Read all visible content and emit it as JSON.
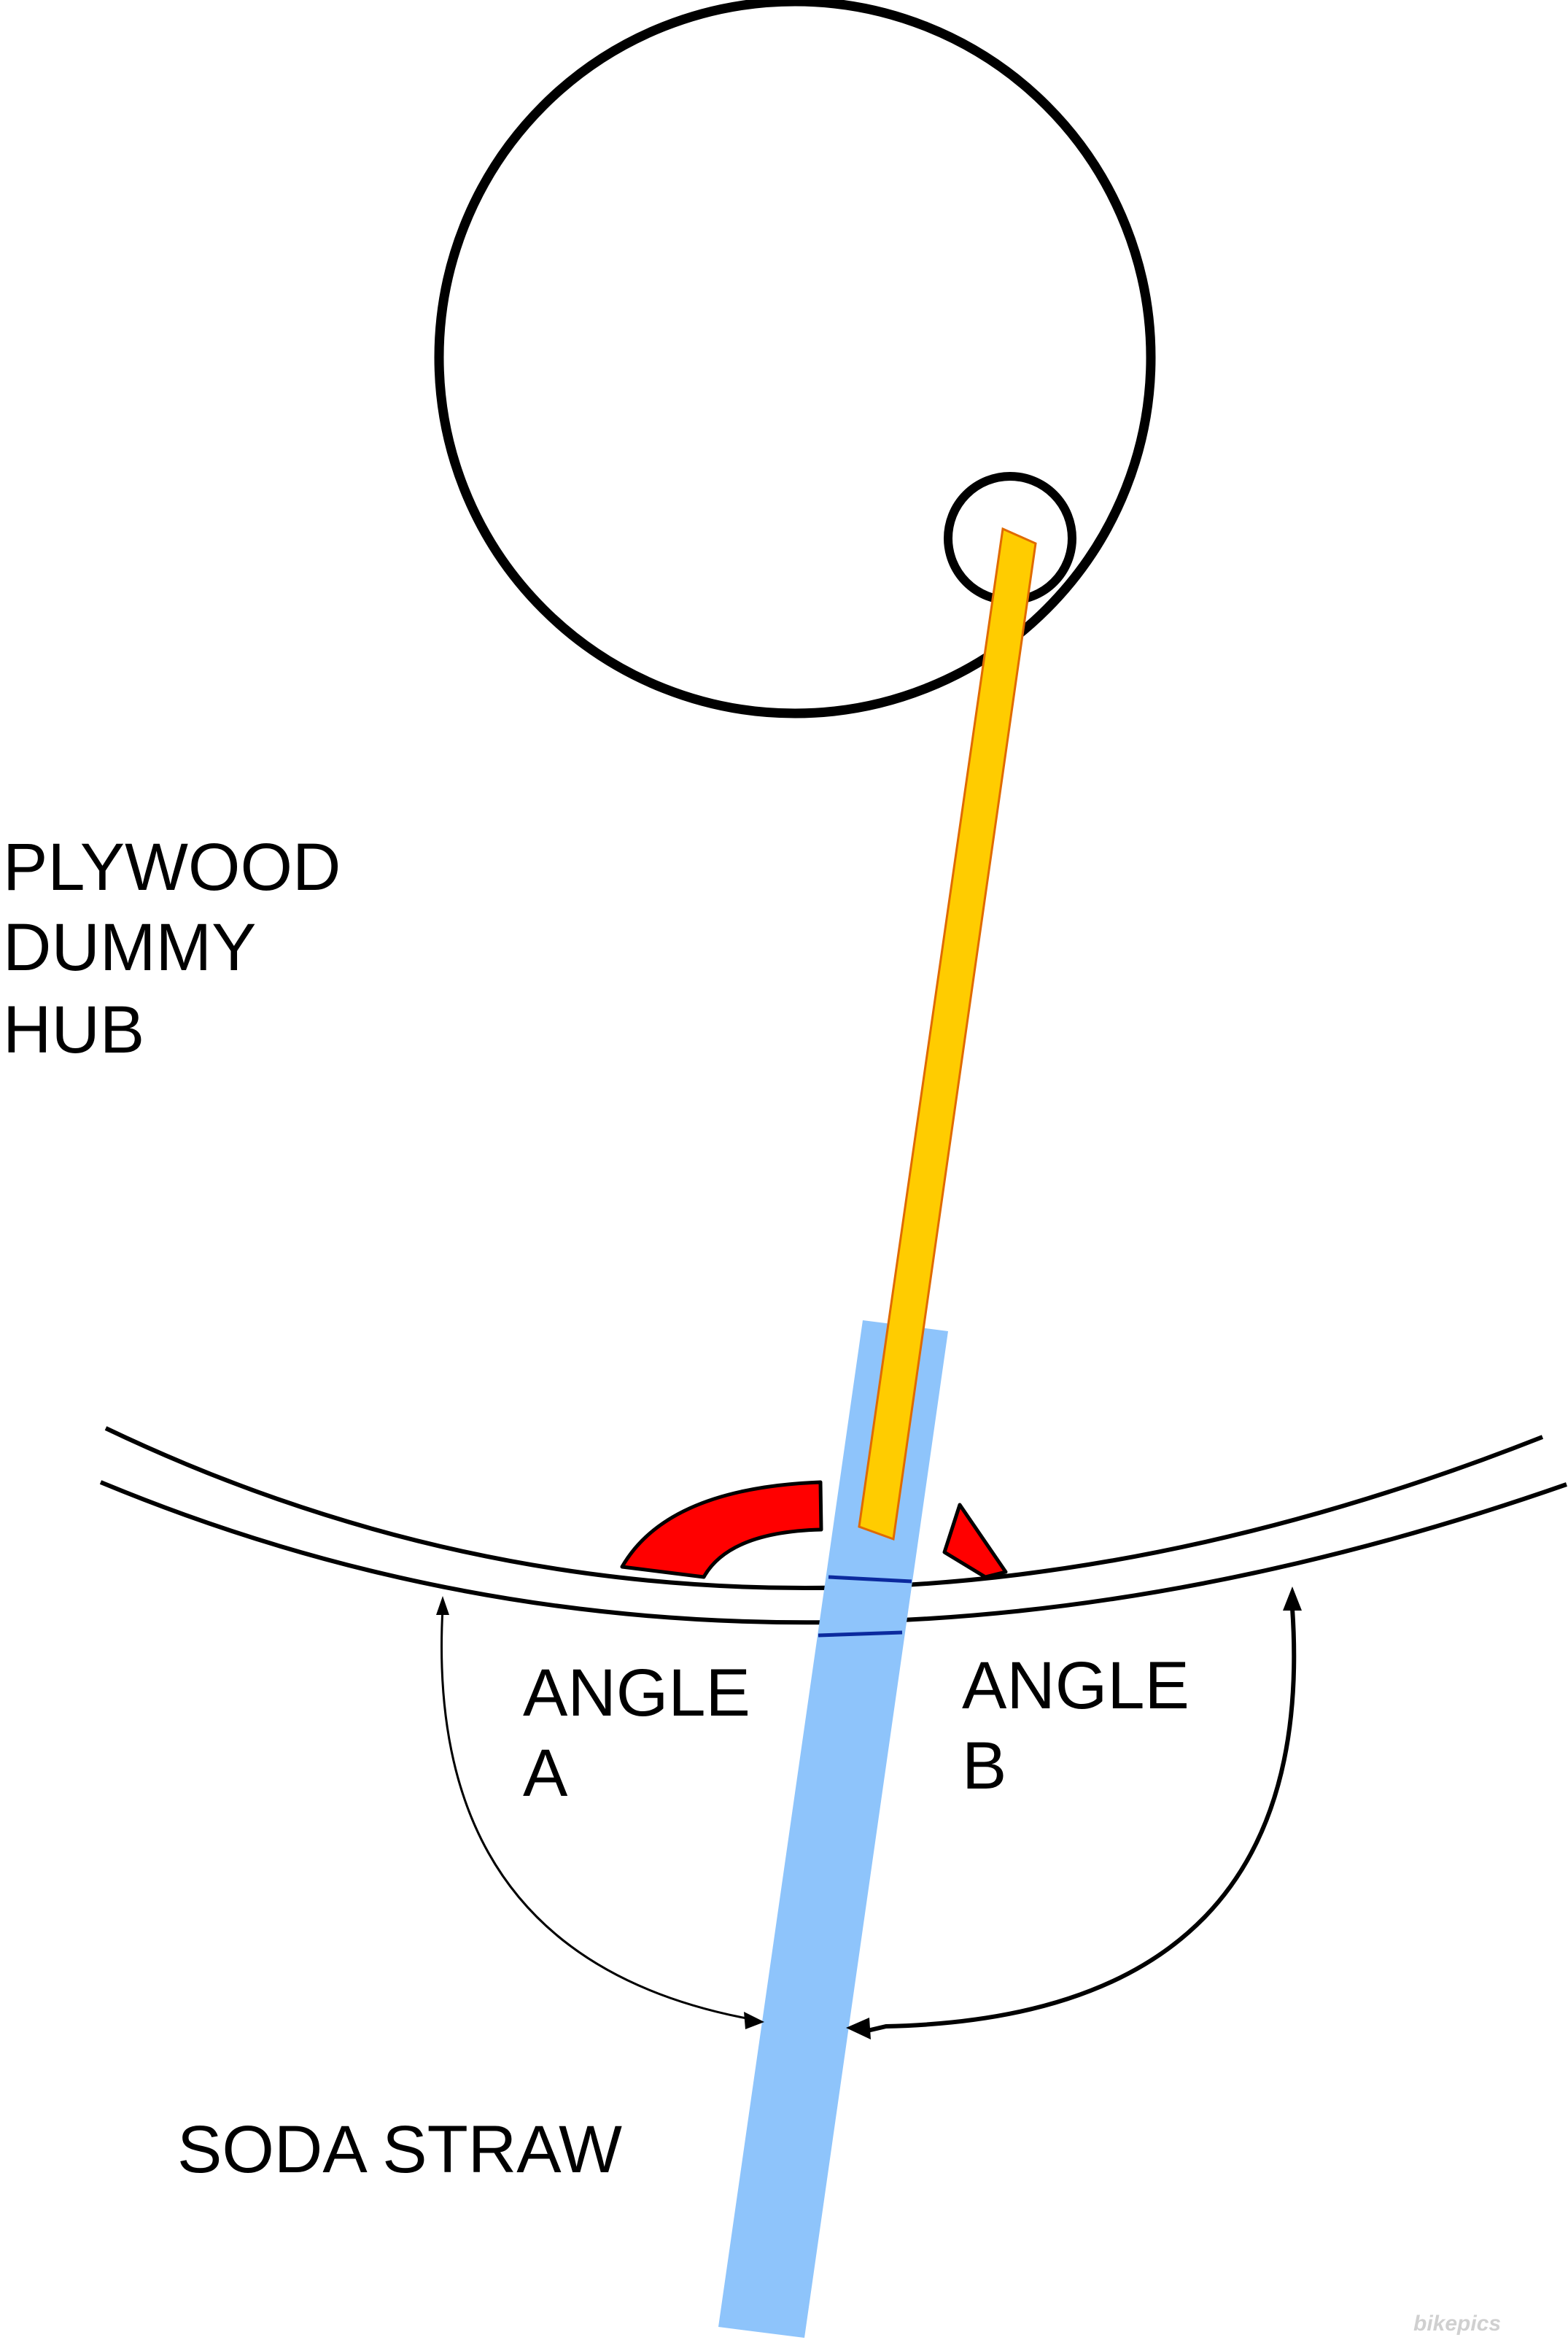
{
  "labels": {
    "hub": [
      "PLYWOOD",
      "DUMMY",
      "HUB"
    ],
    "angle_a": [
      "ANGLE",
      "A"
    ],
    "angle_b": [
      "ANGLE",
      "B"
    ],
    "straw": "SODA STRAW"
  },
  "watermark": "bikepics",
  "colors": {
    "outline": "#000000",
    "spoke": "#ffcc00",
    "spoke_edge": "#e06a00",
    "straw": "#8ec4fb",
    "straw_mark": "#0b2a9e",
    "angle_wedge": "#ff0000",
    "background": "#ffffff"
  }
}
